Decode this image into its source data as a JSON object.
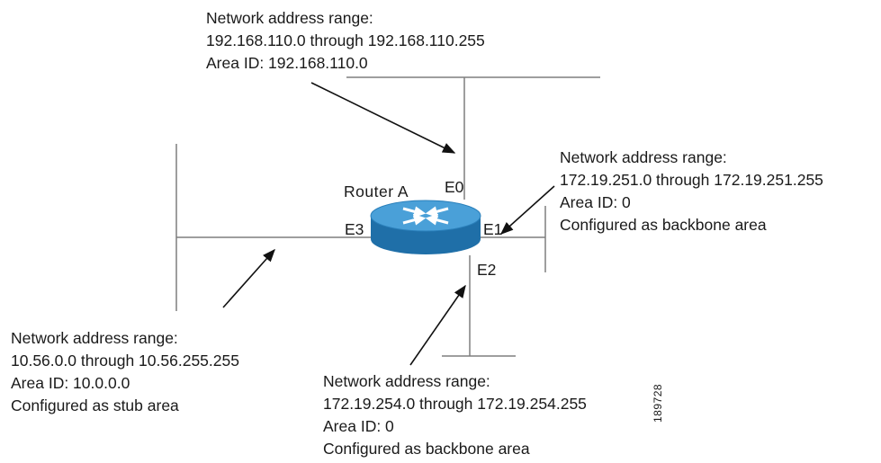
{
  "router": {
    "name": "Router A"
  },
  "interfaces": {
    "e0": "E0",
    "e1": "E1",
    "e2": "E2",
    "e3": "E3"
  },
  "areas": {
    "top": {
      "line1": "Network address range:",
      "line2": "192.168.110.0 through 192.168.110.255",
      "line3": "Area ID: 192.168.110.0"
    },
    "right": {
      "line1": "Network address range:",
      "line2": "172.19.251.0 through 172.19.251.255",
      "line3": "Area ID: 0",
      "line4": "Configured as backbone area"
    },
    "left": {
      "line1": "Network address range:",
      "line2": "10.56.0.0 through 10.56.255.255",
      "line3": "Area ID: 10.0.0.0",
      "line4": "Configured as stub area"
    },
    "bottom": {
      "line1": "Network address range:",
      "line2": "172.19.254.0 through 172.19.254.255",
      "line3": "Area ID: 0",
      "line4": "Configured as backbone area"
    }
  },
  "figure_id": "189728",
  "colors": {
    "router_top": "#4aa0d8",
    "router_side": "#1f6fa8",
    "lines": "#7f7f7f",
    "arrows": "#111111"
  }
}
